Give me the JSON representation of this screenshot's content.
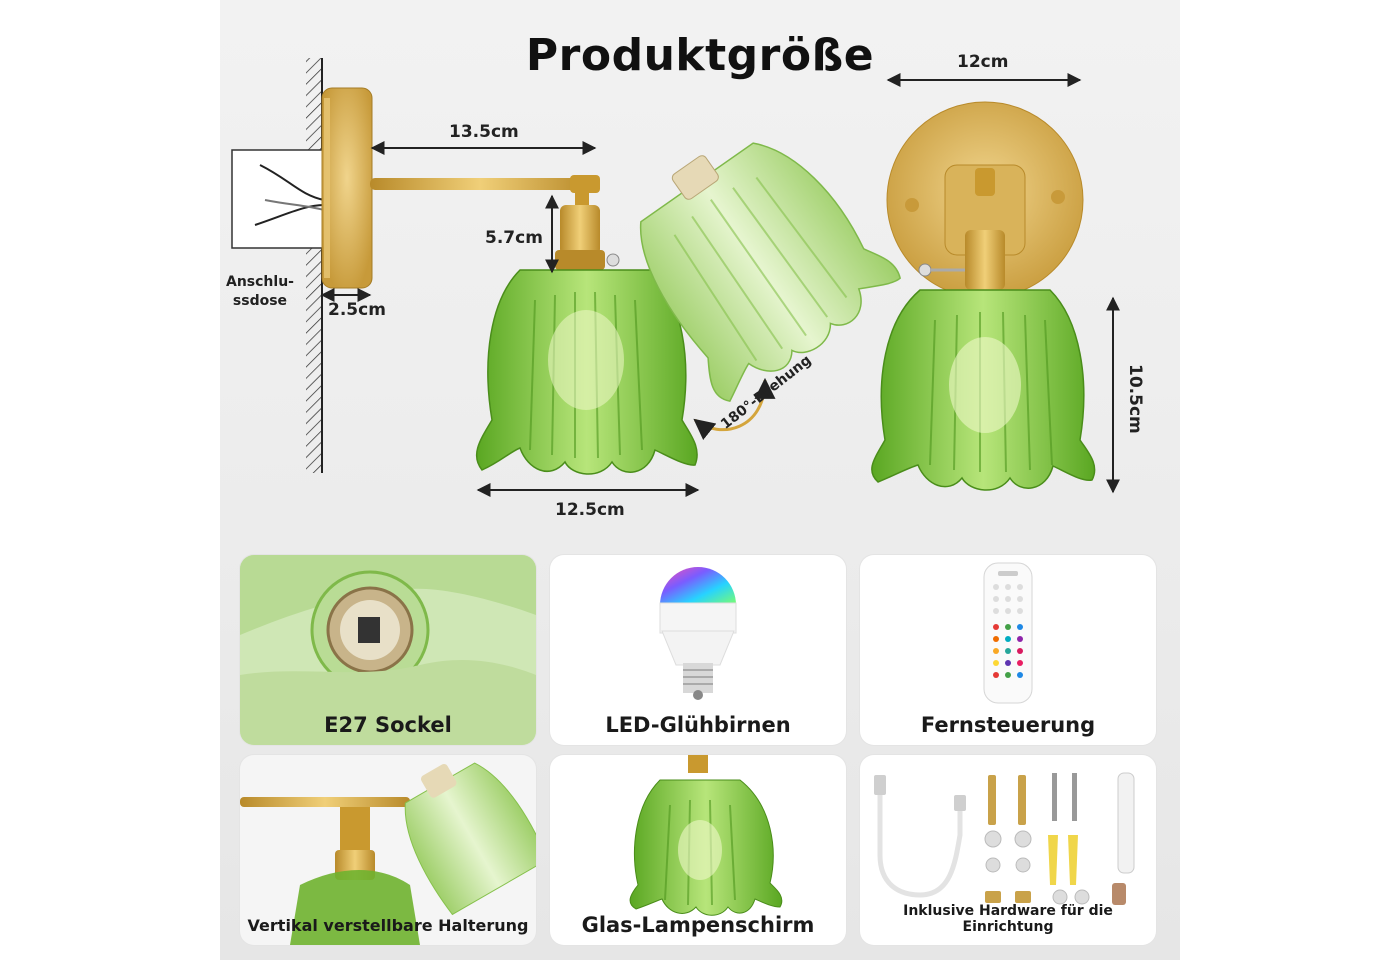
{
  "title": "Produktgröße",
  "dimensions": {
    "arm_length": "13.5cm",
    "drop": "5.7cm",
    "plate_depth": "2.5cm",
    "shade_width": "12.5cm",
    "plate_width": "12cm",
    "shade_height": "10.5cm",
    "rotation": "180°-Drehung",
    "junction_box": "Anschlu-\nssdose"
  },
  "features": [
    {
      "label": "E27 Sockel",
      "icon": "socket-icon"
    },
    {
      "label": "LED-Glühbirnen",
      "icon": "rgb-bulb-icon"
    },
    {
      "label": "Fernsteuerung",
      "icon": "remote-control-icon"
    },
    {
      "label": "Vertikal verstellbare Halterung",
      "icon": "adjustable-arm-icon"
    },
    {
      "label": "Glas-Lampenschirm",
      "icon": "glass-shade-icon"
    },
    {
      "label": "Inklusive Hardware für die Einrichtung",
      "icon": "hardware-kit-icon"
    }
  ],
  "colors": {
    "glass_green": "#7cc83a",
    "brass": "#d4a53c",
    "background": "#ececec"
  }
}
